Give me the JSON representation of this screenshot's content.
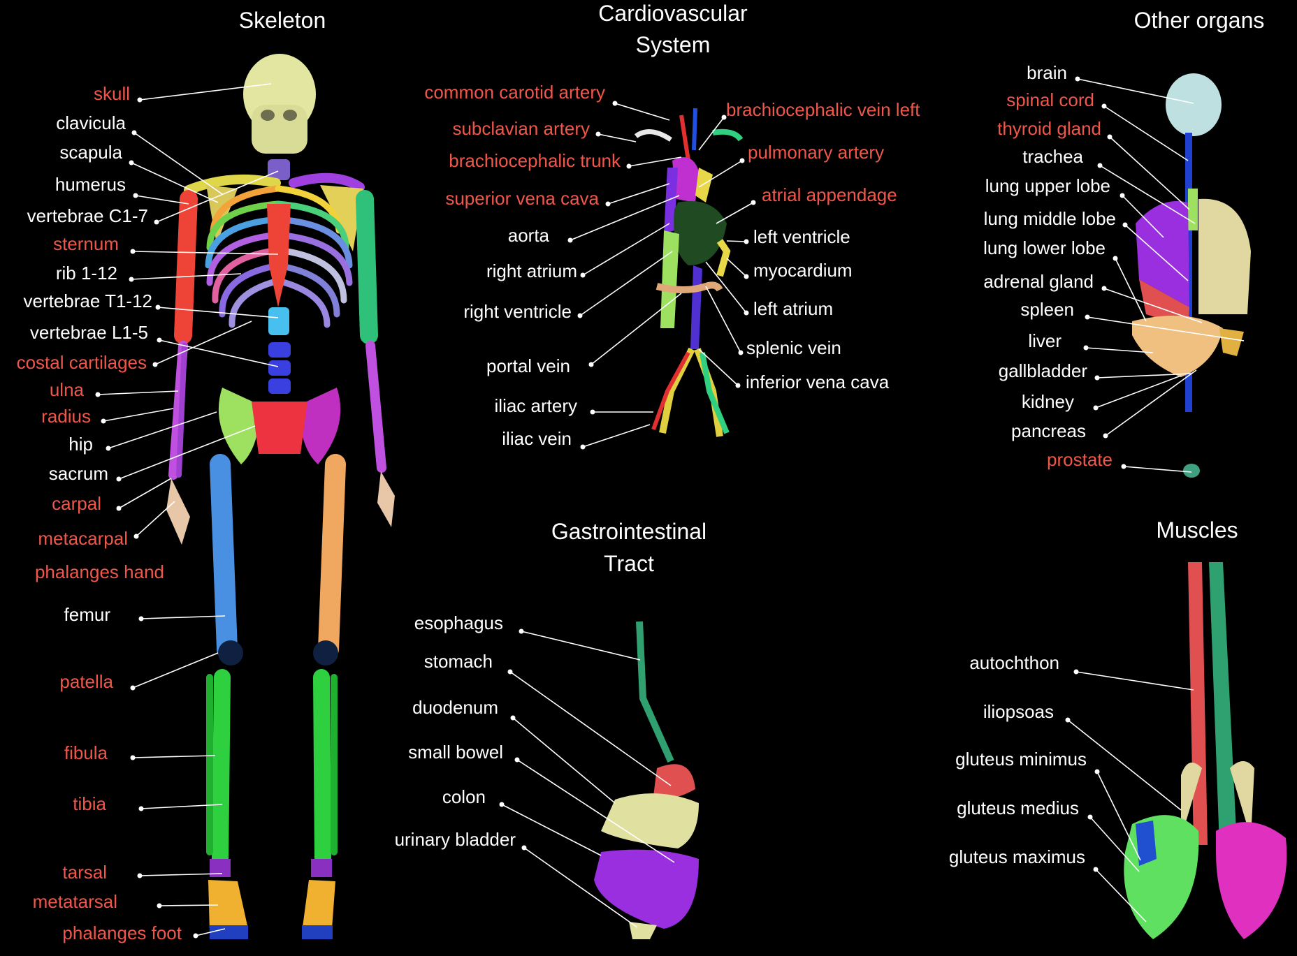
{
  "colors": {
    "background": "#000000",
    "label_white": "#ffffff",
    "label_red": "#f0574b"
  },
  "panels": {
    "skeleton": {
      "title": "Skeleton",
      "labels": [
        {
          "text": "skull",
          "color": "red"
        },
        {
          "text": "clavicula",
          "color": "white"
        },
        {
          "text": "scapula",
          "color": "white"
        },
        {
          "text": "humerus",
          "color": "white"
        },
        {
          "text": "vertebrae C1-7",
          "color": "white"
        },
        {
          "text": "sternum",
          "color": "red"
        },
        {
          "text": "rib 1-12",
          "color": "white"
        },
        {
          "text": "vertebrae T1-12",
          "color": "white"
        },
        {
          "text": "vertebrae L1-5",
          "color": "white"
        },
        {
          "text": "costal cartilages",
          "color": "red"
        },
        {
          "text": "ulna",
          "color": "red"
        },
        {
          "text": "radius",
          "color": "red"
        },
        {
          "text": "hip",
          "color": "white"
        },
        {
          "text": "sacrum",
          "color": "white"
        },
        {
          "text": "carpal",
          "color": "red"
        },
        {
          "text": "metacarpal",
          "color": "red"
        },
        {
          "text": "phalanges hand",
          "color": "red"
        },
        {
          "text": "femur",
          "color": "white"
        },
        {
          "text": "patella",
          "color": "red"
        },
        {
          "text": "fibula",
          "color": "red"
        },
        {
          "text": "tibia",
          "color": "red"
        },
        {
          "text": "tarsal",
          "color": "red"
        },
        {
          "text": "metatarsal",
          "color": "red"
        },
        {
          "text": "phalanges foot",
          "color": "red"
        }
      ]
    },
    "cardiovascular": {
      "title_line1": "Cardiovascular",
      "title_line2": "System",
      "labels": [
        {
          "text": "common carotid artery",
          "color": "red"
        },
        {
          "text": "subclavian artery",
          "color": "red"
        },
        {
          "text": "brachiocephalic trunk",
          "color": "red"
        },
        {
          "text": "superior vena cava",
          "color": "red"
        },
        {
          "text": "aorta",
          "color": "white"
        },
        {
          "text": "right atrium",
          "color": "white"
        },
        {
          "text": "right ventricle",
          "color": "white"
        },
        {
          "text": "portal vein",
          "color": "white"
        },
        {
          "text": "iliac artery",
          "color": "white"
        },
        {
          "text": "iliac vein",
          "color": "white"
        },
        {
          "text": "brachiocephalic vein left",
          "color": "red"
        },
        {
          "text": "pulmonary artery",
          "color": "red"
        },
        {
          "text": "atrial appendage",
          "color": "red"
        },
        {
          "text": "left ventricle",
          "color": "white"
        },
        {
          "text": "myocardium",
          "color": "white"
        },
        {
          "text": "left atrium",
          "color": "white"
        },
        {
          "text": "splenic vein",
          "color": "white"
        },
        {
          "text": "inferior vena cava",
          "color": "white"
        }
      ]
    },
    "other_organs": {
      "title": "Other organs",
      "labels": [
        {
          "text": "brain",
          "color": "white"
        },
        {
          "text": "spinal cord",
          "color": "red"
        },
        {
          "text": "thyroid gland",
          "color": "red"
        },
        {
          "text": "trachea",
          "color": "white"
        },
        {
          "text": "lung upper lobe",
          "color": "white"
        },
        {
          "text": "lung middle lobe",
          "color": "white"
        },
        {
          "text": "lung lower lobe",
          "color": "white"
        },
        {
          "text": "adrenal gland",
          "color": "white"
        },
        {
          "text": "spleen",
          "color": "white"
        },
        {
          "text": "liver",
          "color": "white"
        },
        {
          "text": "gallbladder",
          "color": "white"
        },
        {
          "text": "kidney",
          "color": "white"
        },
        {
          "text": "pancreas",
          "color": "white"
        },
        {
          "text": "prostate",
          "color": "red"
        }
      ]
    },
    "gastrointestinal": {
      "title_line1": "Gastrointestinal",
      "title_line2": "Tract",
      "labels": [
        {
          "text": "esophagus",
          "color": "white"
        },
        {
          "text": "stomach",
          "color": "white"
        },
        {
          "text": "duodenum",
          "color": "white"
        },
        {
          "text": "small bowel",
          "color": "white"
        },
        {
          "text": "colon",
          "color": "white"
        },
        {
          "text": "urinary bladder",
          "color": "white"
        }
      ]
    },
    "muscles": {
      "title": "Muscles",
      "labels": [
        {
          "text": "autochthon",
          "color": "white"
        },
        {
          "text": "iliopsoas",
          "color": "white"
        },
        {
          "text": "gluteus minimus",
          "color": "white"
        },
        {
          "text": "gluteus medius",
          "color": "white"
        },
        {
          "text": "gluteus maximus",
          "color": "white"
        }
      ]
    }
  }
}
